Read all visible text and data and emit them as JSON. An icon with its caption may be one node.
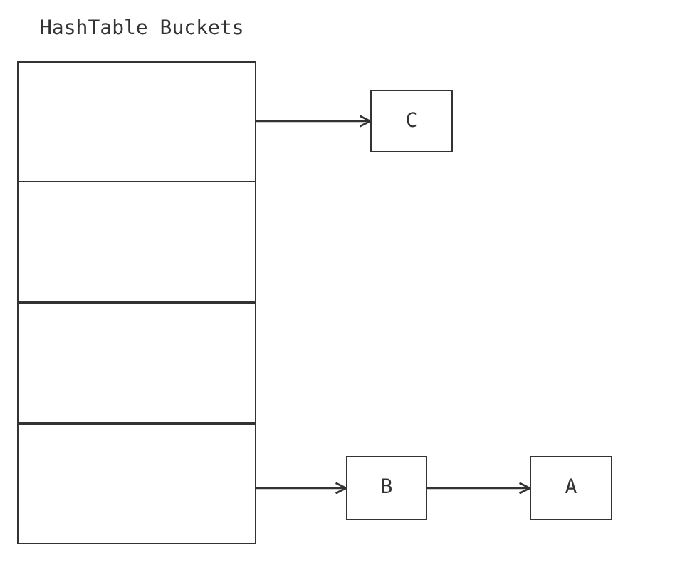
{
  "diagram": {
    "title": "HashTable Buckets",
    "nodes": [
      {
        "text": [],
        "shape": "box"
      },
      {
        "text": [],
        "shape": "box"
      },
      {
        "text": [],
        "shape": "box"
      },
      {
        "text": [],
        "shape": "box"
      },
      {
        "text": [
          "C"
        ]
      },
      {
        "text": [
          "B"
        ]
      },
      {
        "text": [
          "A"
        ]
      }
    ],
    "edges": [
      {
        "from": 0,
        "to": 4,
        "arrow": "to"
      },
      {
        "from": 3,
        "to": 5,
        "arrow": "to"
      },
      {
        "from": 5,
        "to": 6,
        "arrow": "to"
      }
    ]
  }
}
